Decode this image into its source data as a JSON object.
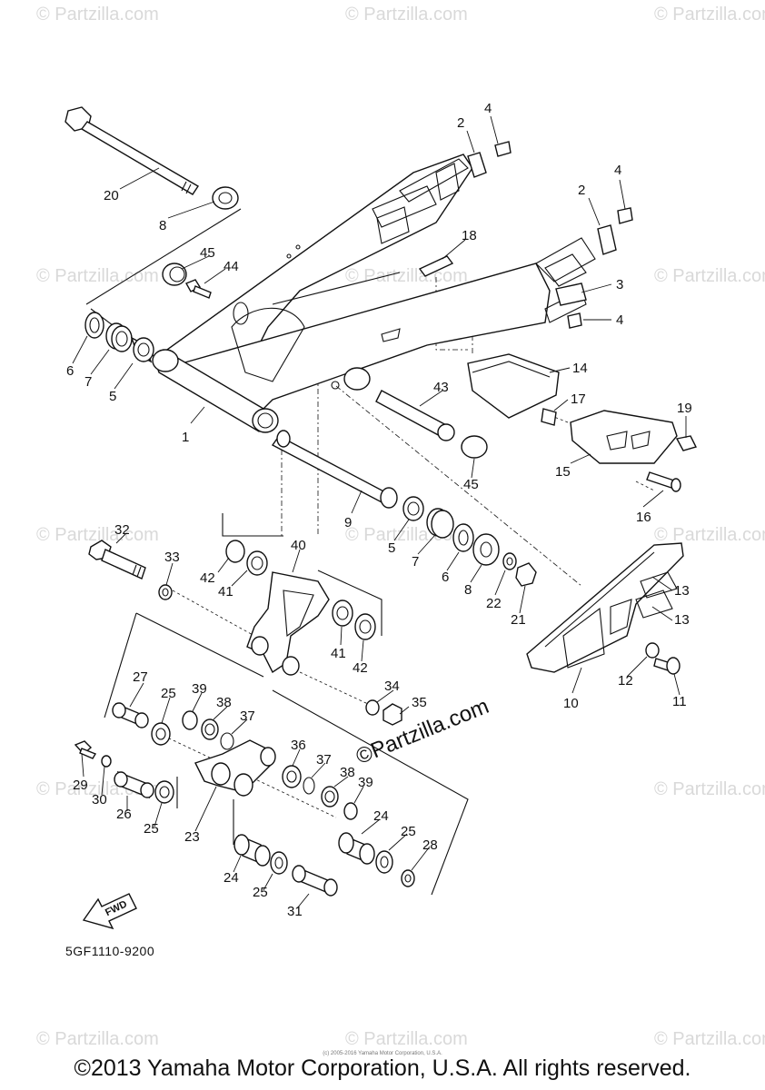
{
  "watermark": "© Partzilla.com",
  "center_watermark": "©Partzilla.com",
  "diagram_code": "5GF1110-9200",
  "direction_label": "FWD",
  "copyright": "©2013 Yamaha Motor Corporation, U.S.A. All rights reserved.",
  "tiny_notice": "(c) 2005-2016 Yamaha Motor Corporation, U.S.A.",
  "callouts": [
    "1",
    "2",
    "2",
    "3",
    "4",
    "4",
    "4",
    "5",
    "5",
    "6",
    "6",
    "7",
    "7",
    "8",
    "8",
    "9",
    "10",
    "11",
    "12",
    "13",
    "13",
    "14",
    "15",
    "16",
    "17",
    "18",
    "19",
    "20",
    "21",
    "22",
    "23",
    "24",
    "24",
    "25",
    "25",
    "25",
    "25",
    "26",
    "27",
    "28",
    "29",
    "30",
    "31",
    "32",
    "33",
    "34",
    "35",
    "36",
    "37",
    "37",
    "38",
    "38",
    "39",
    "39",
    "40",
    "41",
    "41",
    "42",
    "42",
    "43",
    "44",
    "45",
    "45"
  ]
}
